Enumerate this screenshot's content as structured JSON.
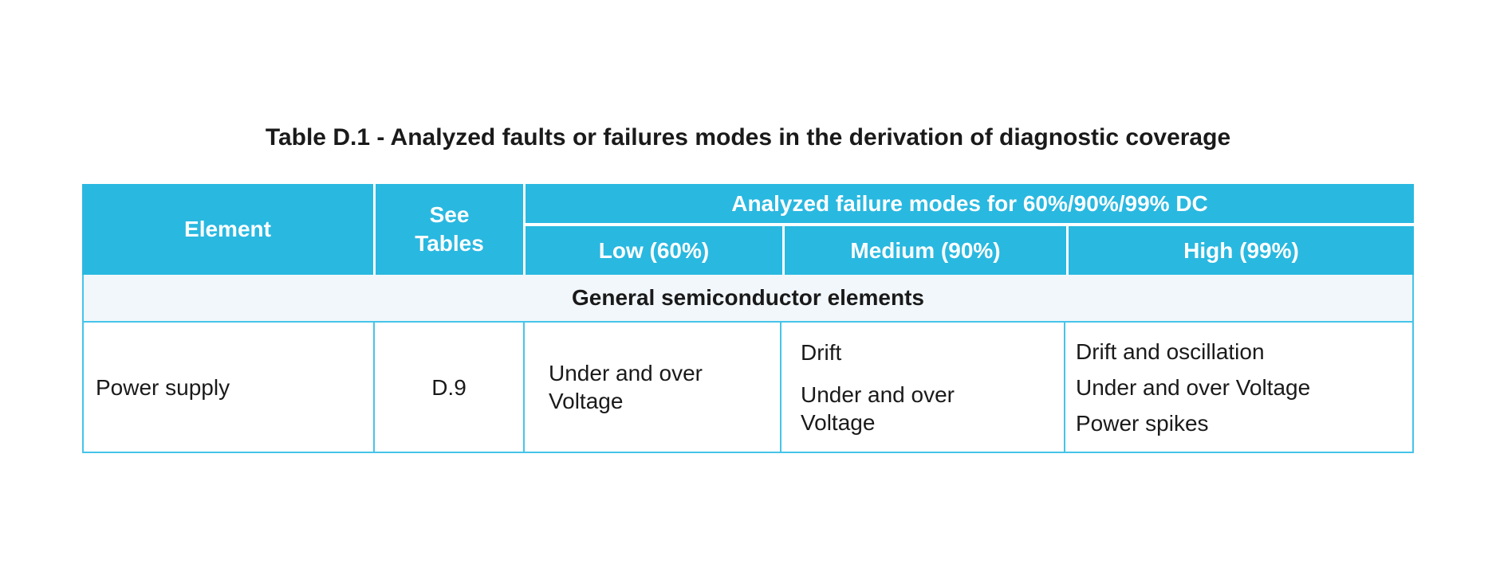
{
  "title": "Table D.1 - Analyzed faults or failures modes in the derivation of diagnostic coverage",
  "colors": {
    "header_fill": "#29b8e0",
    "table_rule": "#45c4e9",
    "section_band_bg": "#f1f7fb",
    "header_text": "#ffffff",
    "body_text": "#1a1a1a",
    "page_bg": "#ffffff"
  },
  "table": {
    "header": {
      "element": "Element",
      "see_tables": [
        "See",
        "Tables"
      ],
      "analyzed_group": "Analyzed failure modes for 60%/90%/99% DC",
      "low": "Low (60%)",
      "medium": "Medium (90%)",
      "high": "High (99%)"
    },
    "section": "General semiconductor elements",
    "rows": [
      {
        "element": "Power supply",
        "see_tables": "D.9",
        "low": [
          "Under and over",
          "Voltage"
        ],
        "medium": [
          "Drift",
          "Under and over",
          "Voltage"
        ],
        "high": [
          "Drift and oscillation",
          "Under and over Voltage",
          "Power spikes"
        ]
      }
    ]
  }
}
